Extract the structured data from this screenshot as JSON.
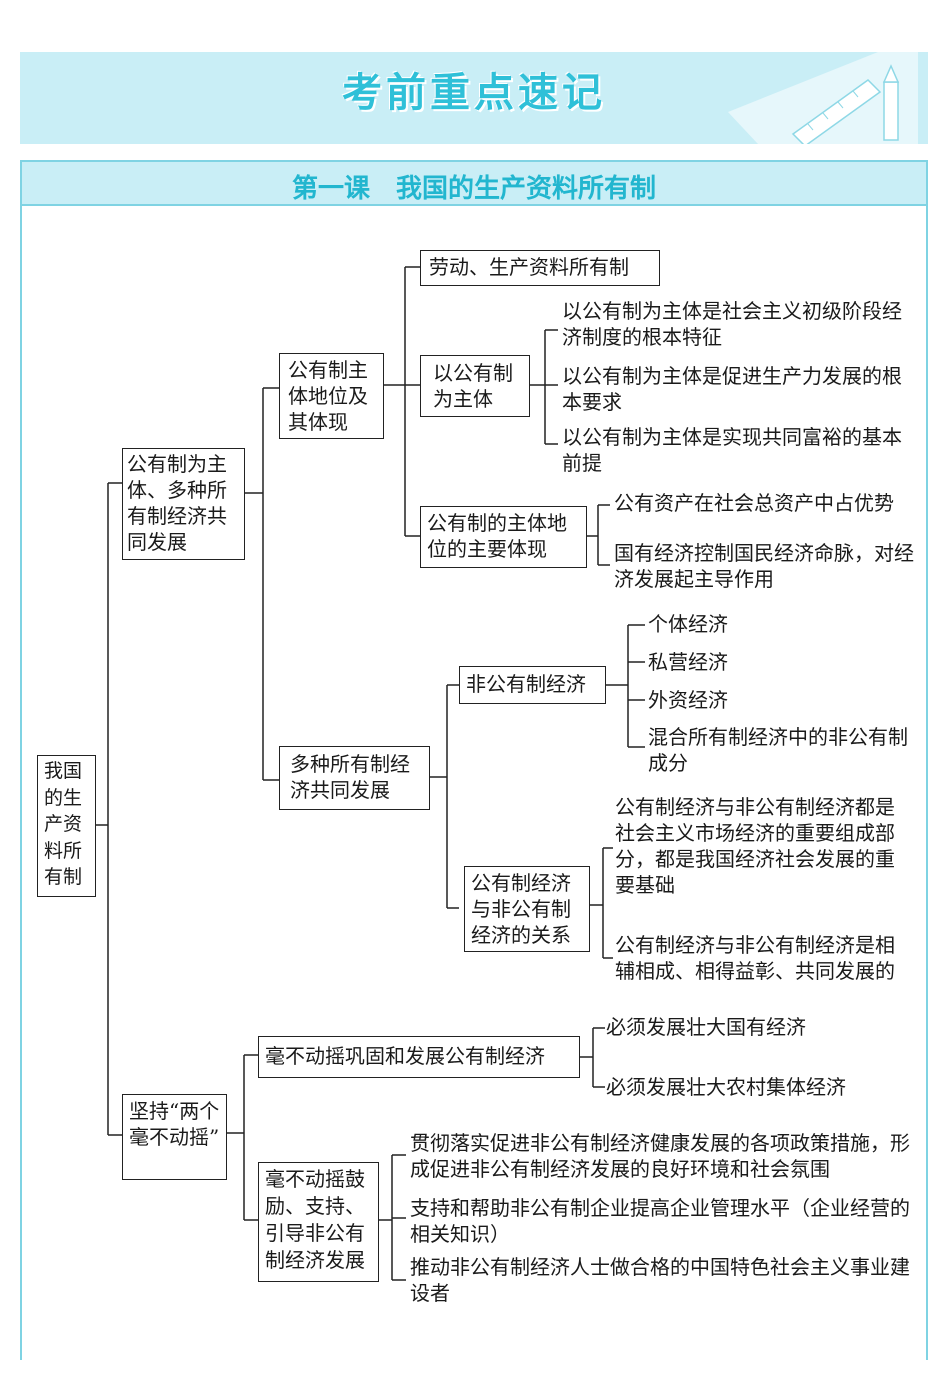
{
  "header": {
    "title": "考前重点速记"
  },
  "lesson": {
    "title": "第一课　我国的生产资料所有制"
  },
  "root": "我国的生产资料所有制",
  "branch1": {
    "label": "公有制为主体、多种所有制经济共同发展",
    "public": {
      "label": "公有制主体地位及其体现",
      "labor": "劳动、生产资料所有制",
      "main_body": {
        "label": "以公有制为主体",
        "items": [
          "以公有制为主体是社会主义初级阶段经济制度的根本特征",
          "以公有制为主体是促进生产力发展的根本要求",
          "以公有制为主体是实现共同富裕的基本前提"
        ]
      },
      "manifest": {
        "label": "公有制的主体地位的主要体现",
        "items": [
          "公有资产在社会总资产中占优势",
          "国有经济控制国民经济命脉，对经济发展起主导作用"
        ]
      }
    },
    "multi": {
      "label": "多种所有制经济共同发展",
      "nonpublic": {
        "label": "非公有制经济",
        "items": [
          "个体经济",
          "私营经济",
          "外资经济",
          "混合所有制经济中的非公有制成分"
        ]
      },
      "relation": {
        "label": "公有制经济与非公有制经济的关系",
        "items": [
          "公有制经济与非公有制经济都是社会主义市场经济的重要组成部分，都是我国经济社会发展的重要基础",
          "公有制经济与非公有制经济是相辅相成、相得益彰、共同发展的"
        ]
      }
    }
  },
  "branch2": {
    "label": "坚持“两个毫不动摇”",
    "consolidate": {
      "label": "毫不动摇巩固和发展公有制经济",
      "items": [
        "必须发展壮大国有经济",
        "必须发展壮大农村集体经济"
      ]
    },
    "encourage": {
      "label": "毫不动摇鼓励、支持、引导非公有制经济发展",
      "items": [
        "贯彻落实促进非公有制经济健康发展的各项政策措施，形成促进非公有制经济发展的良好环境和社会氛围",
        "支持和帮助非公有制企业提高企业管理水平（企业经营的相关知识）",
        "推动非公有制经济人士做合格的中国特色社会主义事业建设者"
      ]
    }
  },
  "colors": {
    "accent": "#2fc0d8",
    "banner_bg": "#c9eef6",
    "frame_border": "#7fd3e3"
  },
  "icons": [
    "ruler-icon",
    "pencil-icon"
  ]
}
